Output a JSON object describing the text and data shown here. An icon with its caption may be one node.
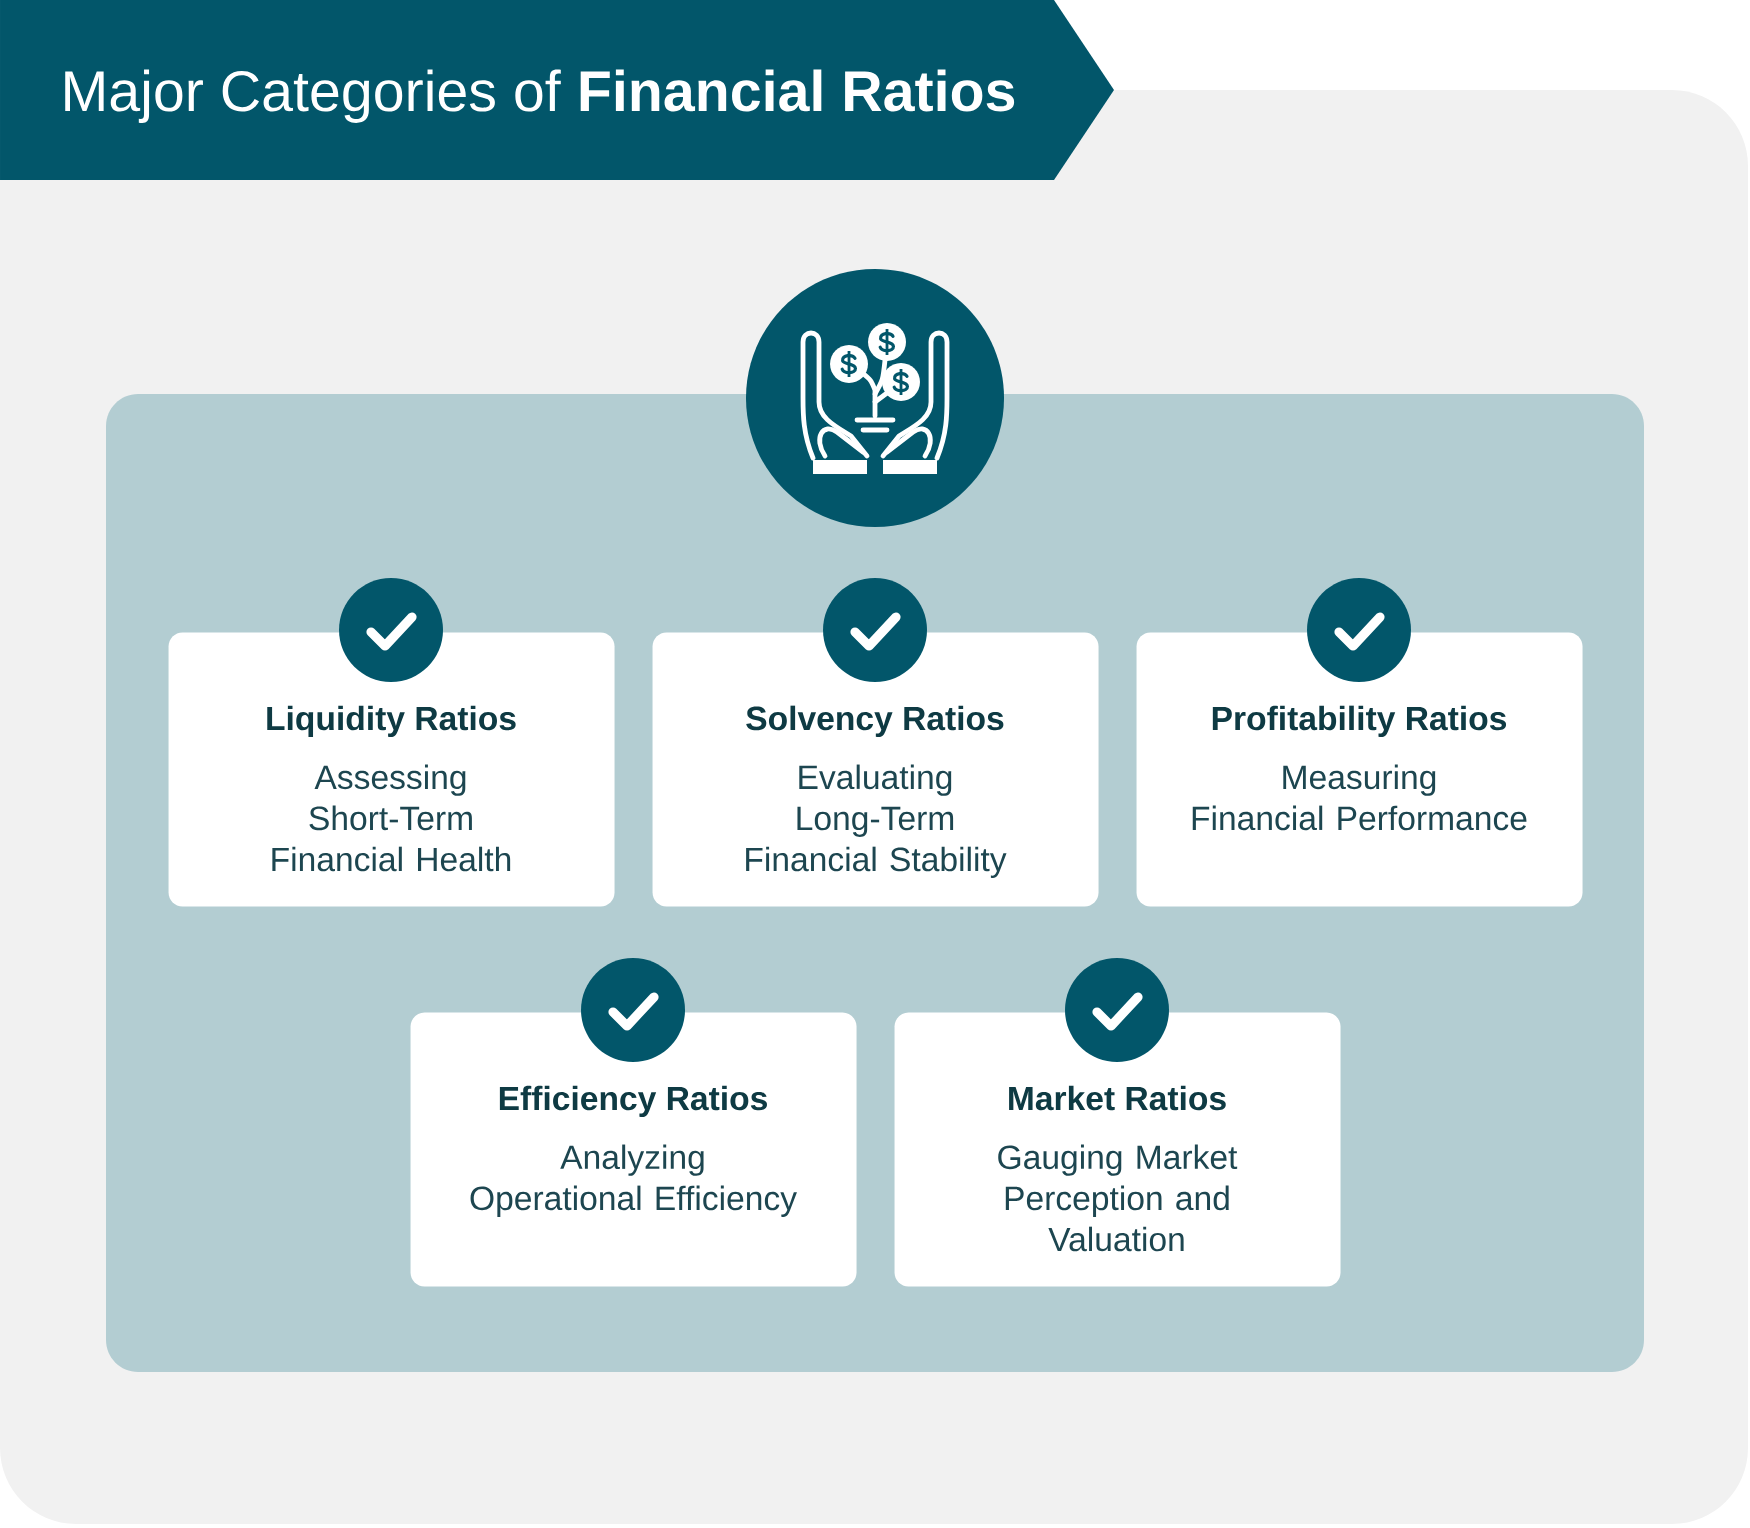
{
  "diagram": {
    "title": "Major Categories of **Financial Ratios**",
    "nodes": [
      {
        "text": [],
        "shape": "box"
      },
      {
        "text": [
          "Liquidity Ratios",
          "Assessing Short-Term Financial Health"
        ],
        "in": 0
      },
      {
        "text": [
          "Solvency Ratios",
          "Evaluating Long-Term Financial Stability"
        ],
        "in": 0
      },
      {
        "text": [
          "Profitability Ratios",
          "Measuring Financial Performance"
        ],
        "in": 0
      },
      {
        "text": [
          "Efficiency Ratios",
          "Analyzing Operational Efficiency"
        ],
        "in": 0
      },
      {
        "text": [
          "Market Ratios",
          "Gauging Market Perception and Valuation"
        ],
        "in": 0
      }
    ]
  }
}
